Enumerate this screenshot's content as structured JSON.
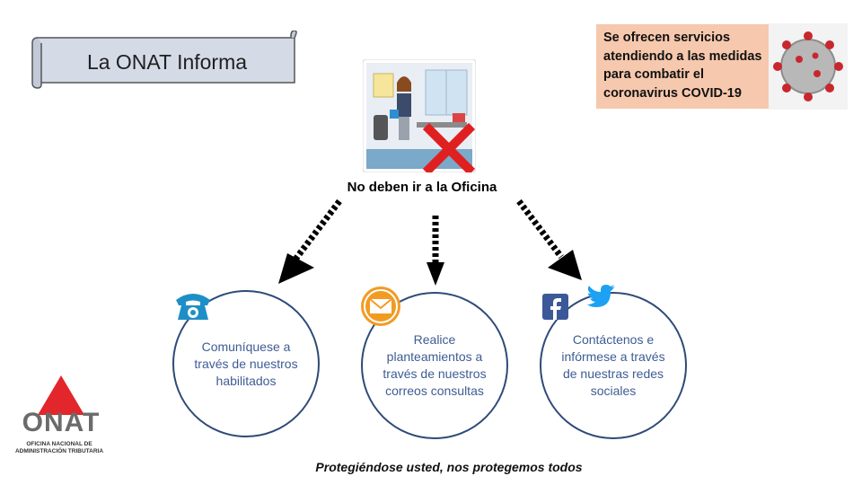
{
  "banner": {
    "title": "La ONAT Informa"
  },
  "office": {
    "caption": "No deben ir a la Oficina"
  },
  "covid": {
    "text": "Se ofrecen servicios atendiendo a las medidas para combatir el coronavirus COVID-19"
  },
  "channels": [
    {
      "text": "Comuníquese a través de nuestros habilitados",
      "icon": "telephone-icon"
    },
    {
      "text": "Realice planteamientos a través de nuestros correos consultas",
      "icon": "email-icon"
    },
    {
      "text": "Contáctenos e infórmese a través de nuestras redes sociales",
      "icon": "facebook-twitter-icon"
    }
  ],
  "footer": {
    "text": "Protegiéndose usted, nos protegemos todos"
  },
  "logo": {
    "word": "ONAT",
    "line1": "OFICINA NACIONAL DE",
    "line2": "ADMINISTRACIÓN TRIBUTARIA"
  },
  "colors": {
    "circle_border": "#2e4a78",
    "circle_text": "#3e5c94",
    "logo_red": "#e3262b",
    "covid_bg": "#f6c8ad",
    "icon_blue": "#1e8fc6",
    "icon_orange": "#f29b23"
  }
}
